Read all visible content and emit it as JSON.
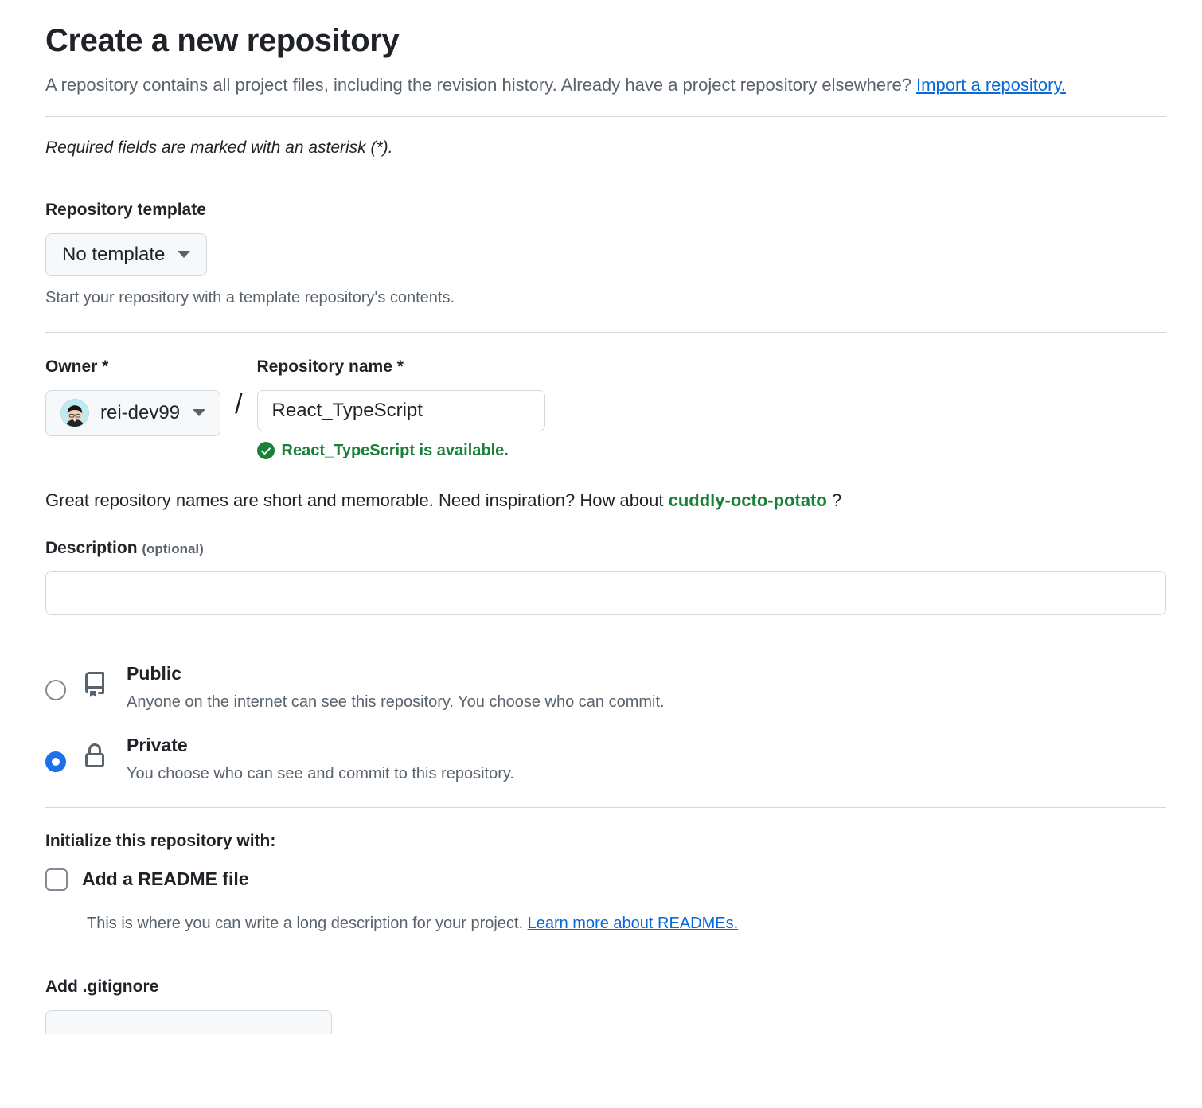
{
  "header": {
    "title": "Create a new repository",
    "description_before": "A repository contains all project files, including the revision history. Already have a project repository elsewhere? ",
    "import_link": "Import a repository."
  },
  "required_note": "Required fields are marked with an asterisk (*).",
  "template": {
    "label": "Repository template",
    "selected": "No template",
    "hint": "Start your repository with a template repository's contents."
  },
  "owner": {
    "label": "Owner *",
    "value": "rei-dev99",
    "separator": "/"
  },
  "repo_name": {
    "label": "Repository name *",
    "value": "React_TypeScript",
    "placeholder": "",
    "availability": "React_TypeScript is available."
  },
  "inspiration": {
    "before": "Great repository names are short and memorable. Need inspiration? How about ",
    "suggestion": "cuddly-octo-potato",
    "after": " ?"
  },
  "description": {
    "label": "Description",
    "optional": "(optional)",
    "value": "",
    "placeholder": ""
  },
  "visibility": [
    {
      "id": "public",
      "title": "Public",
      "description": "Anyone on the internet can see this repository. You choose who can commit.",
      "selected": false,
      "icon": "repo-icon"
    },
    {
      "id": "private",
      "title": "Private",
      "description": "You choose who can see and commit to this repository.",
      "selected": true,
      "icon": "lock-icon"
    }
  ],
  "initialize": {
    "heading": "Initialize this repository with:",
    "readme": {
      "label": "Add a README file",
      "checked": false,
      "description_before": "This is where you can write a long description for your project. ",
      "learn_more": "Learn more about READMEs."
    }
  },
  "gitignore": {
    "label": "Add .gitignore"
  },
  "colors": {
    "link": "#0969da",
    "success": "#1a7f37",
    "accent_radio": "#1f6feb",
    "muted_text": "#59636e",
    "border": "#d1d9e0",
    "text": "#1f2328"
  }
}
